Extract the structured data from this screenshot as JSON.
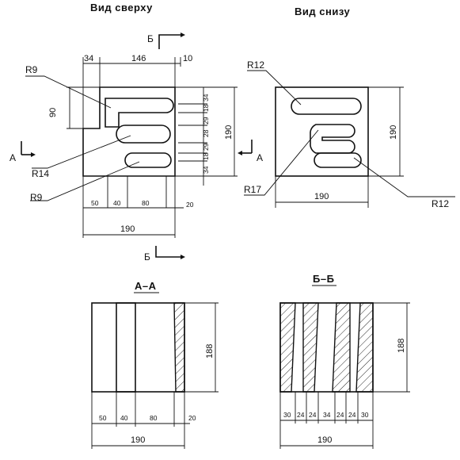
{
  "titles": {
    "top_view": "Вид сверху",
    "bottom_view": "Вид снизу",
    "section_aa": "А–А",
    "section_bb": "Б–Б"
  },
  "section_marks": {
    "b_top": "Б",
    "b_bottom": "Б",
    "a_left": "А",
    "a_right": "А"
  },
  "top_view": {
    "top_dims": [
      "34",
      "146",
      "10"
    ],
    "left_dim": "90",
    "right_dim": "190",
    "small_dims": [
      "34",
      "18",
      "29",
      "28",
      "29",
      "18",
      "34"
    ],
    "bottom_dims": [
      "50",
      "40",
      "80",
      "20"
    ],
    "total_width": "190",
    "radii": [
      "R9",
      "R14",
      "R9"
    ]
  },
  "bottom_view": {
    "right_dim": "190",
    "bottom_dim": "190",
    "radii": [
      "R12",
      "R17",
      "R12"
    ]
  },
  "section_aa": {
    "height": "188",
    "bottom_dims": [
      "50",
      "40",
      "80",
      "20"
    ],
    "total_width": "190"
  },
  "section_bb": {
    "height": "188",
    "bottom_dims": [
      "30",
      "24",
      "24",
      "34",
      "24",
      "24",
      "30"
    ],
    "total_width": "190"
  }
}
